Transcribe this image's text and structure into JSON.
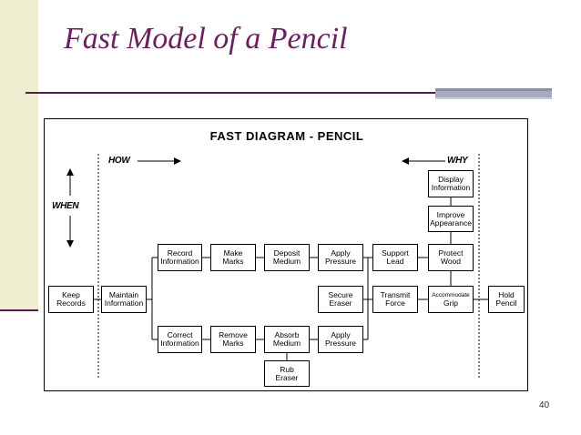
{
  "slide": {
    "title": "Fast Model of a Pencil",
    "page_number": "40"
  },
  "diagram": {
    "title": "FAST DIAGRAM - PENCIL",
    "how_label": "HOW",
    "why_label": "WHY",
    "when_label": "WHEN",
    "boxes": [
      {
        "id": "keep-records",
        "lines": [
          "Keep",
          "Records"
        ]
      },
      {
        "id": "maintain-information",
        "lines": [
          "Maintain",
          "Information"
        ]
      },
      {
        "id": "record-information",
        "lines": [
          "Record",
          "Information"
        ]
      },
      {
        "id": "make-marks",
        "lines": [
          "Make",
          "Marks"
        ]
      },
      {
        "id": "deposit-medium",
        "lines": [
          "Deposit",
          "Medium"
        ]
      },
      {
        "id": "apply-pressure-top",
        "lines": [
          "Apply",
          "Pressure"
        ]
      },
      {
        "id": "support-lead",
        "lines": [
          "Support",
          "Lead"
        ]
      },
      {
        "id": "protect-wood",
        "lines": [
          "Protect",
          "Wood"
        ]
      },
      {
        "id": "display-information",
        "lines": [
          "Display",
          "Information"
        ]
      },
      {
        "id": "improve-appearance",
        "lines": [
          "Improve",
          "Appearance"
        ]
      },
      {
        "id": "secure-eraser",
        "lines": [
          "Secure",
          "Eraser"
        ]
      },
      {
        "id": "transmit-force",
        "lines": [
          "Transmit",
          "Force"
        ]
      },
      {
        "id": "accommodate-grip",
        "lines": [
          "Accommodate",
          "Grip"
        ]
      },
      {
        "id": "hold-pencil",
        "lines": [
          "Hold",
          "Pencil"
        ]
      },
      {
        "id": "correct-information",
        "lines": [
          "Correct",
          "Information"
        ]
      },
      {
        "id": "remove-marks",
        "lines": [
          "Remove",
          "Marks"
        ]
      },
      {
        "id": "absorb-medium",
        "lines": [
          "Absorb",
          "Medium"
        ]
      },
      {
        "id": "apply-pressure-bottom",
        "lines": [
          "Apply",
          "Pressure"
        ]
      },
      {
        "id": "rub-eraser",
        "lines": [
          "Rub",
          "Eraser"
        ]
      }
    ]
  }
}
